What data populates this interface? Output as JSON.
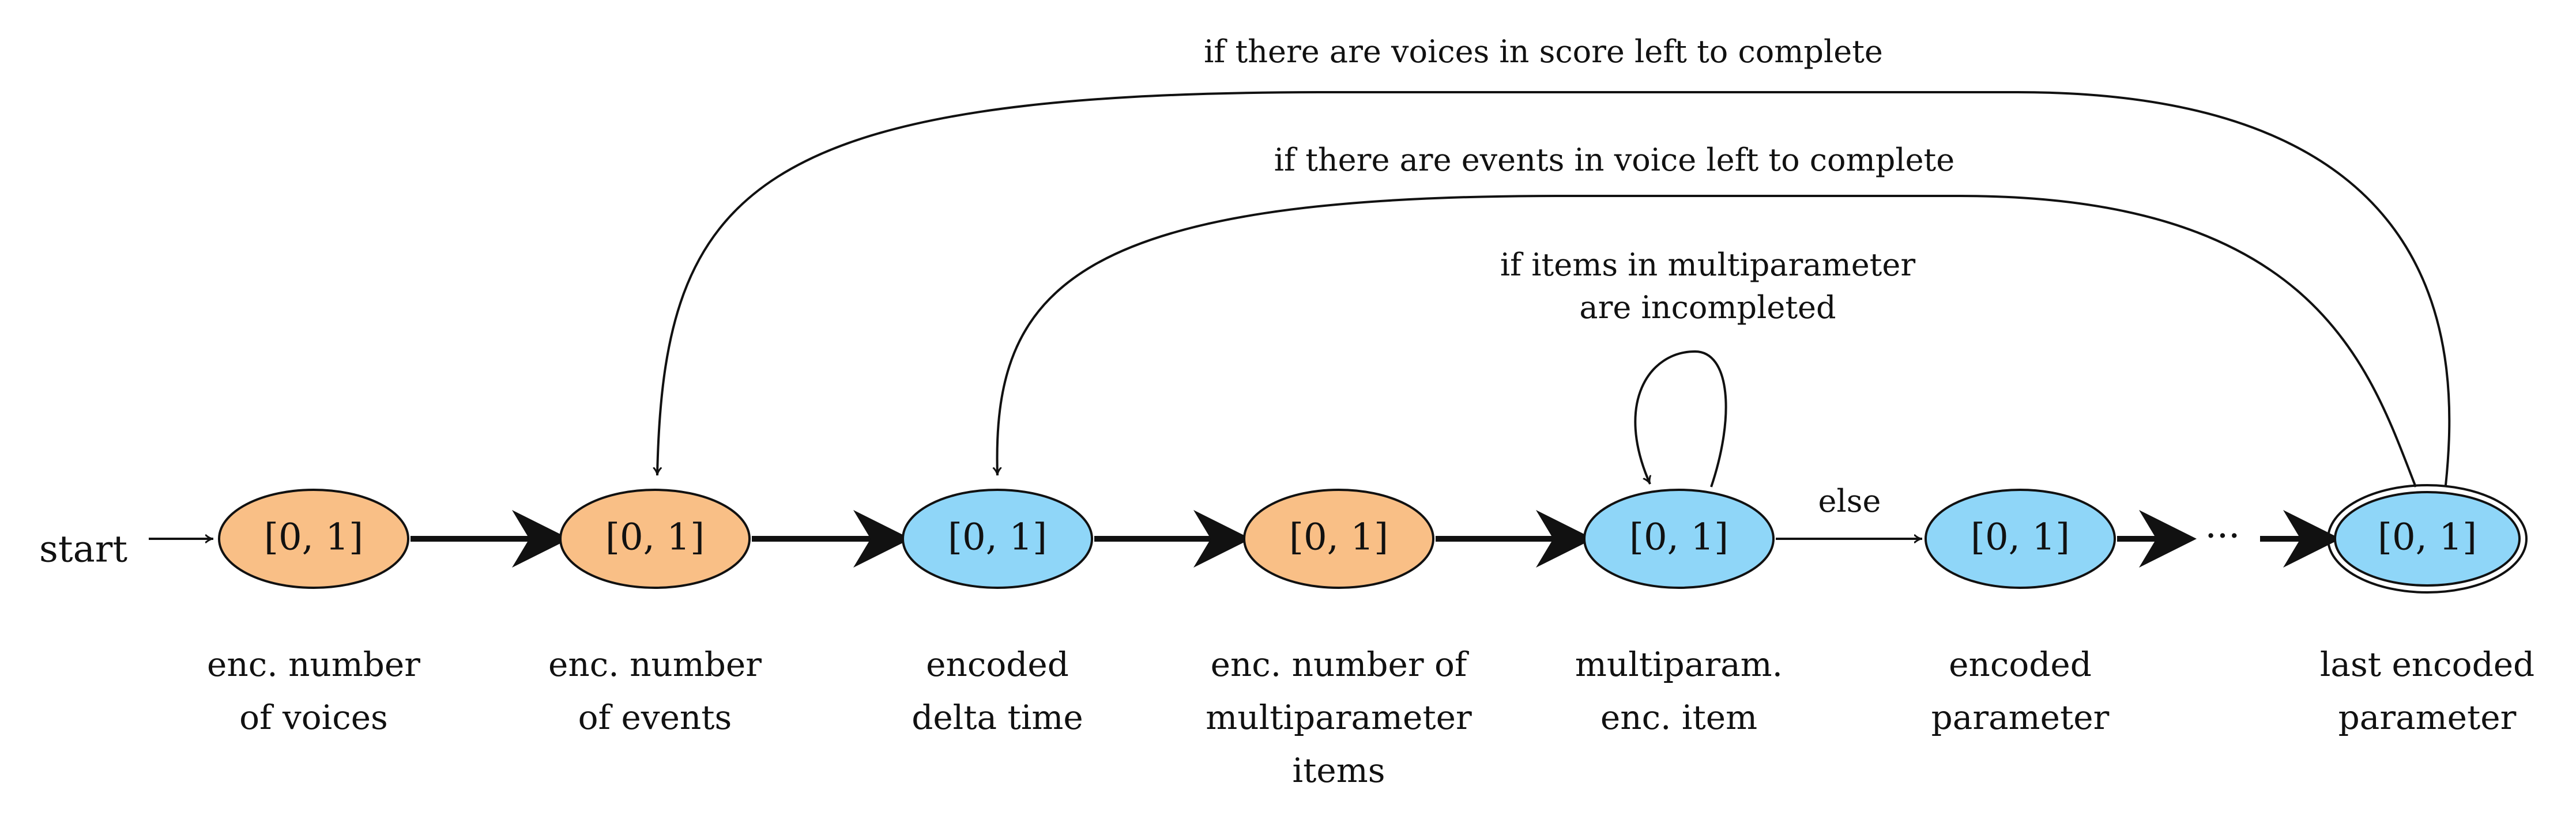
{
  "diagram": {
    "start_label": "start",
    "nodes": [
      {
        "id": "voices",
        "text": "[0, 1]",
        "fill": "#f9bf86",
        "label": [
          "enc. number",
          "of voices"
        ],
        "accepting": false
      },
      {
        "id": "events",
        "text": "[0, 1]",
        "fill": "#f9bf86",
        "label": [
          "enc. number",
          "of events"
        ],
        "accepting": false
      },
      {
        "id": "delta",
        "text": "[0, 1]",
        "fill": "#8fd6f8",
        "label": [
          "encoded",
          "delta time"
        ],
        "accepting": false
      },
      {
        "id": "mpitems",
        "text": "[0, 1]",
        "fill": "#f9bf86",
        "label": [
          "enc. number of",
          "multiparameter",
          "items"
        ],
        "accepting": false
      },
      {
        "id": "mpenc",
        "text": "[0, 1]",
        "fill": "#8fd6f8",
        "label": [
          "multiparam.",
          "enc. item"
        ],
        "accepting": false
      },
      {
        "id": "param",
        "text": "[0, 1]",
        "fill": "#8fd6f8",
        "label": [
          "encoded",
          "parameter"
        ],
        "accepting": false
      },
      {
        "id": "lastparam",
        "text": "[0, 1]",
        "fill": "#8fd6f8",
        "label": [
          "last encoded",
          "parameter"
        ],
        "accepting": true
      }
    ],
    "ellipsis": "···",
    "edge_labels": {
      "else": "else",
      "self_loop": [
        "if items in multiparameter",
        "are incompleted"
      ],
      "events_loop": "if there are events in voice left to complete",
      "voices_loop": "if there are voices in score left to complete"
    },
    "colors": {
      "orange": "#f9bf86",
      "blue": "#8fd6f8",
      "stroke": "#111111"
    }
  }
}
